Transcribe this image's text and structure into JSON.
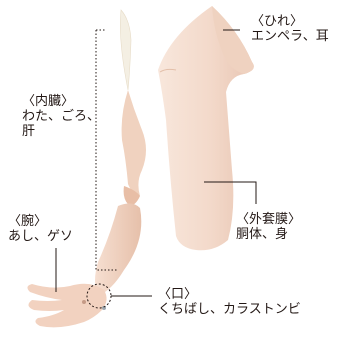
{
  "labels": {
    "fin": {
      "head": "〈ひれ〉",
      "body": "エンペラ、耳"
    },
    "organs": {
      "head": "〈内臓〉",
      "body1": "わた、ごろ、",
      "body2": "肝"
    },
    "mantle": {
      "head": "〈外套膜〉",
      "body": "胴体、身"
    },
    "arms": {
      "head": "〈腕〉",
      "body": "あし、ゲソ"
    },
    "mouth": {
      "head": "〈口〉",
      "body": "くちばし、カラストンビ"
    }
  },
  "colors": {
    "body": "#f4ddd0",
    "body_shadow": "#e9c9b6",
    "gladius": "#f6f1e6",
    "organs": "#f1d6c4",
    "arms": "#f2d3c1",
    "line": "#231815",
    "text": "#231815"
  }
}
